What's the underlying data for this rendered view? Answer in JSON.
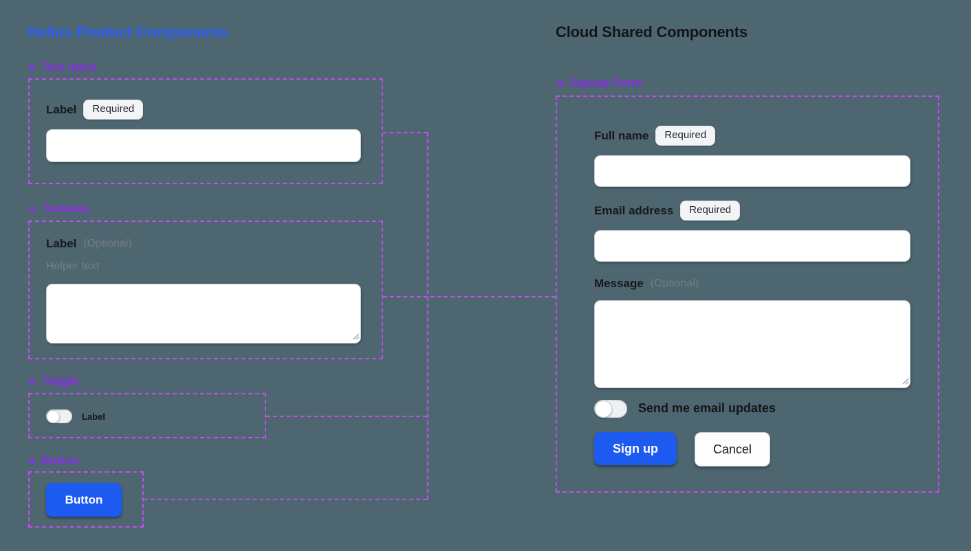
{
  "colors": {
    "background": "#4d6670",
    "helios_title": "#2b5cf6",
    "cloud_title": "#14151a",
    "component_label": "#8b2de8",
    "frame_dash": "#c44df0",
    "primary_button": "#1d5af0"
  },
  "helios": {
    "title": "Helios Product Components",
    "text_input": {
      "icon": "❖",
      "name": "Text Input",
      "label": "Label",
      "badge": "Required",
      "value": ""
    },
    "textarea": {
      "icon": "❖",
      "name": "Textarea",
      "label": "Label",
      "optional": "(Optional)",
      "helper": "Helper text",
      "value": ""
    },
    "toggle": {
      "icon": "❖",
      "name": "Toggle",
      "label": "Label",
      "state": "off"
    },
    "button": {
      "icon": "❖",
      "name": "Button",
      "label": "Button"
    }
  },
  "cloud": {
    "title": "Cloud Shared Components",
    "signup_form": {
      "icon": "❖",
      "name": "Signup Form",
      "full_name": {
        "label": "Full name",
        "badge": "Required",
        "value": ""
      },
      "email": {
        "label": "Email address",
        "badge": "Required",
        "value": ""
      },
      "message": {
        "label": "Message",
        "optional": "(Optional)",
        "value": ""
      },
      "updates_toggle": {
        "label": "Send me email updates",
        "state": "off"
      },
      "submit_label": "Sign up",
      "cancel_label": "Cancel"
    }
  }
}
